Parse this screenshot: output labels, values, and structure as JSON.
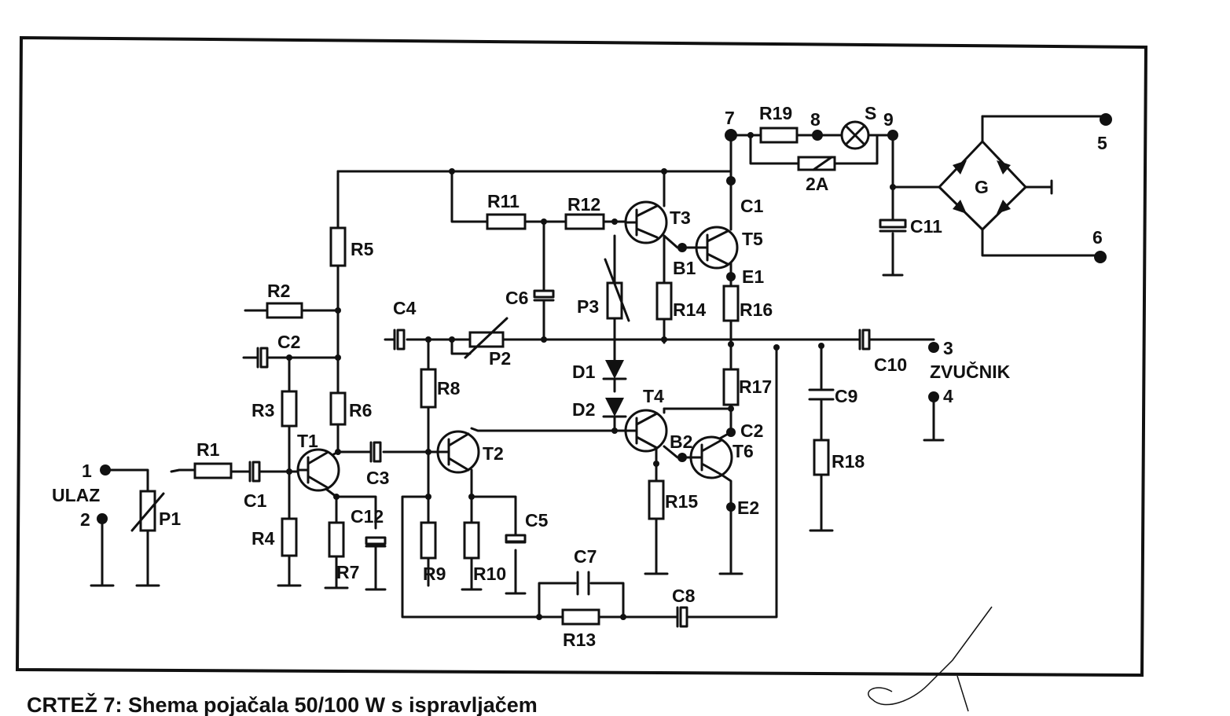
{
  "caption": "CRTEŽ 7: Shema pojačala 50/100 W s ispravljačem",
  "terminals": {
    "t1": "1",
    "t2": "2",
    "input": "ULAZ",
    "t3": "3",
    "t4": "4",
    "speaker": "ZVUČNIK",
    "t5": "5",
    "t6": "6",
    "t7": "7",
    "t8": "8",
    "t9": "9"
  },
  "resistors": {
    "R1": "R1",
    "R2": "R2",
    "R3": "R3",
    "R4": "R4",
    "R5": "R5",
    "R6": "R6",
    "R7": "R7",
    "R8": "R8",
    "R9": "R9",
    "R10": "R10",
    "R11": "R11",
    "R12": "R12",
    "R13": "R13",
    "R14": "R14",
    "R15": "R15",
    "R16": "R16",
    "R17": "R17",
    "R18": "R18",
    "R19": "R19"
  },
  "potentiometers": {
    "P1": "P1",
    "P2": "P2",
    "P3": "P3"
  },
  "capacitors": {
    "C1": "C1",
    "C2": "C2",
    "C3": "C3",
    "C4": "C4",
    "C5": "C5",
    "C6": "C6",
    "C7": "C7",
    "C8": "C8",
    "C9": "C9",
    "C10": "C10",
    "C11": "C11",
    "C12": "C12"
  },
  "transistors": {
    "T1": "T1",
    "T2": "T2",
    "T3": "T3",
    "T4": "T4",
    "T5": "T5",
    "T6": "T6"
  },
  "diodes": {
    "D1": "D1",
    "D2": "D2"
  },
  "pins": {
    "B1": "B1",
    "E1": "E1",
    "C1p": "C1",
    "B2": "B2",
    "C2p": "C2",
    "E2": "E2"
  },
  "power": {
    "fuse": "2A",
    "lamp": "S",
    "bridge": "G"
  }
}
